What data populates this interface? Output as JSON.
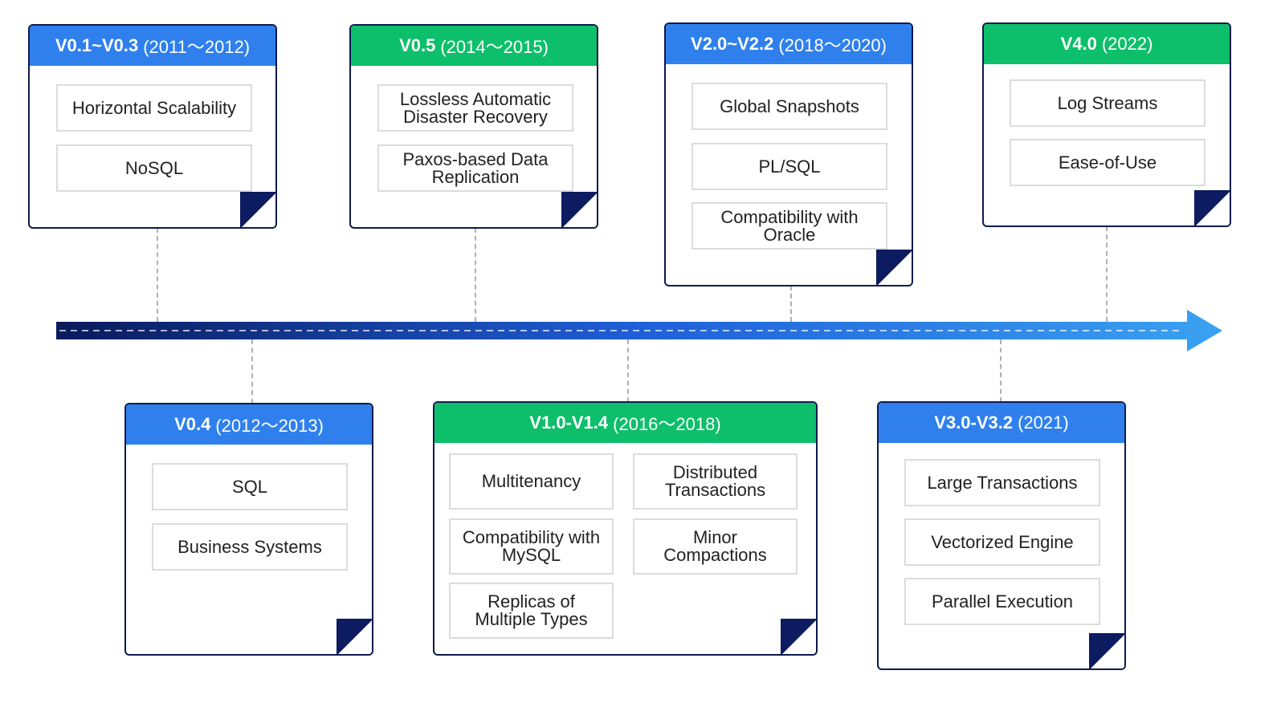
{
  "colors": {
    "blue_header": "#2f80ed",
    "green_header": "#0dbf6a",
    "card_border": "#0d1b4d",
    "fold": "#0d1b60",
    "arrow_start": "#0a1a5c",
    "arrow_end": "#3aa2f2",
    "connector": "#b0b0b0",
    "feature_border": "#dcdcdc"
  },
  "versions": [
    {
      "version": "V0.1~V0.3",
      "years": "(2011～2012)",
      "color": "blue",
      "features": [
        "Horizontal Scalability",
        "NoSQL"
      ]
    },
    {
      "version": "V0.5",
      "years": "(2014～2015)",
      "color": "green",
      "features": [
        "Lossless Automatic Disaster Recovery",
        "Paxos-based Data Replication"
      ]
    },
    {
      "version": "V2.0~V2.2",
      "years": "(2018～2020)",
      "color": "blue",
      "features": [
        "Global Snapshots",
        "PL/SQL",
        "Compatibility with Oracle"
      ]
    },
    {
      "version": "V4.0",
      "years": "(2022)",
      "color": "green",
      "features": [
        "Log Streams",
        "Ease-of-Use"
      ]
    },
    {
      "version": "V0.4",
      "years": "(2012～2013)",
      "color": "blue",
      "features": [
        "SQL",
        "Business Systems"
      ]
    },
    {
      "version": "V1.0-V1.4",
      "years": "(2016～2018)",
      "color": "green",
      "features": [
        "Multitenancy",
        "Distributed Transactions",
        "Compatibility with MySQL",
        "Minor Compactions",
        "Replicas of Multiple Types"
      ]
    },
    {
      "version": "V3.0-V3.2",
      "years": "(2021)",
      "color": "blue",
      "features": [
        "Large Transactions",
        "Vectorized Engine",
        "Parallel Execution"
      ]
    }
  ]
}
